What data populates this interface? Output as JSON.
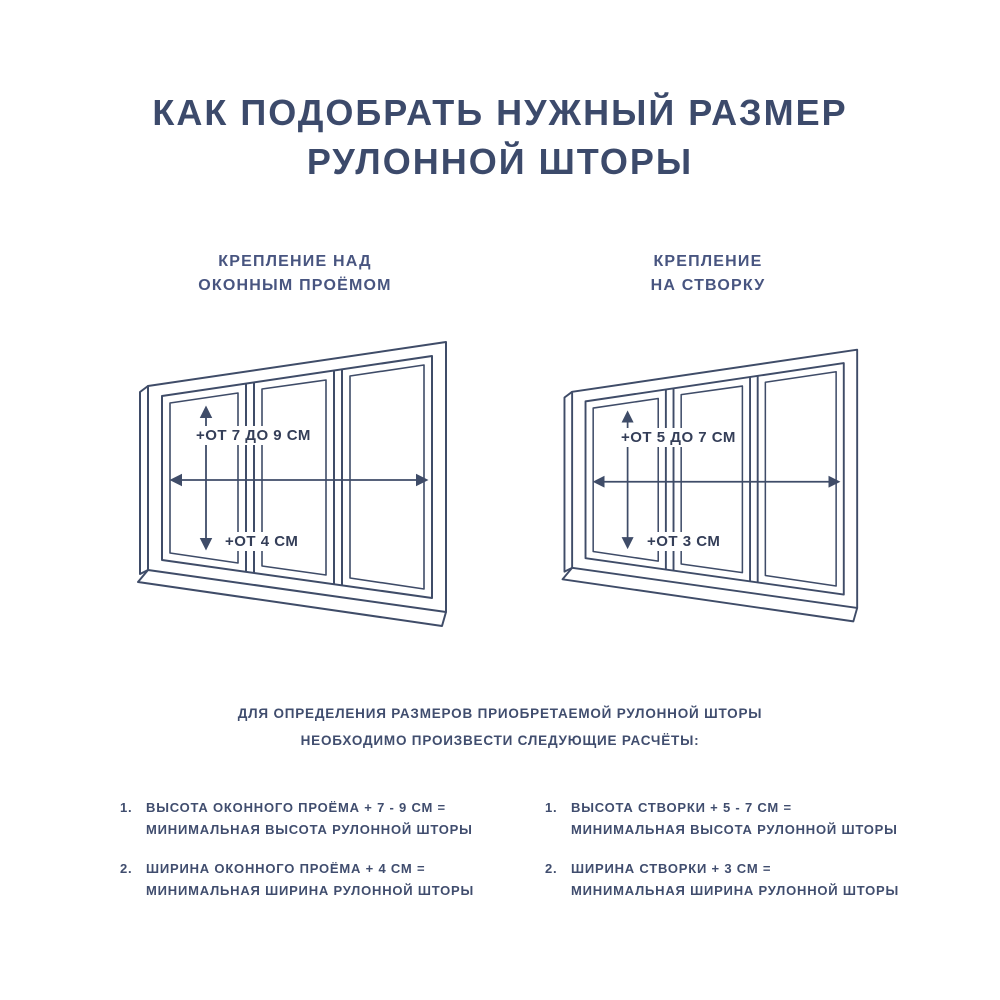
{
  "accent_color": "#3d4a66",
  "title": {
    "line1": "КАК ПОДОБРАТЬ НУЖНЫЙ РАЗМЕР",
    "line2": "РУЛОННОЙ ШТОРЫ"
  },
  "sections": {
    "left": {
      "heading_line1": "КРЕПЛЕНИЕ НАД",
      "heading_line2": "ОКОННЫМ ПРОЁМОМ",
      "height_label": "+ОТ 7 ДО 9 СМ",
      "width_label": "+ОТ 4 СМ"
    },
    "right": {
      "heading_line1": "КРЕПЛЕНИЕ",
      "heading_line2": "НА СТВОРКУ",
      "height_label": "+ОТ 5 ДО 7 СМ",
      "width_label": "+ОТ 3 СМ"
    }
  },
  "intro": {
    "line1": "ДЛЯ ОПРЕДЕЛЕНИЯ РАЗМЕРОВ ПРИОБРЕТАЕМОЙ РУЛОННОЙ ШТОРЫ",
    "line2": "НЕОБХОДИМО ПРОИЗВЕСТИ СЛЕДУЮЩИЕ РАСЧЁТЫ:"
  },
  "instructions": {
    "left": [
      {
        "num": "1.",
        "line1": "ВЫСОТА ОКОННОГО ПРОЁМА + 7 - 9 СМ =",
        "line2": "МИНИМАЛЬНАЯ ВЫСОТА РУЛОННОЙ ШТОРЫ"
      },
      {
        "num": "2.",
        "line1": "ШИРИНА ОКОННОГО ПРОЁМА + 4 СМ =",
        "line2": "МИНИМАЛЬНАЯ ШИРИНА РУЛОННОЙ ШТОРЫ"
      }
    ],
    "right": [
      {
        "num": "1.",
        "line1": "ВЫСОТА СТВОРКИ + 5 - 7 СМ =",
        "line2": "МИНИМАЛЬНАЯ ВЫСОТА РУЛОННОЙ ШТОРЫ"
      },
      {
        "num": "2.",
        "line1": "ШИРИНА СТВОРКИ + 3 СМ =",
        "line2": "МИНИМАЛЬНАЯ ШИРИНА РУЛОННОЙ ШТОРЫ"
      }
    ]
  }
}
